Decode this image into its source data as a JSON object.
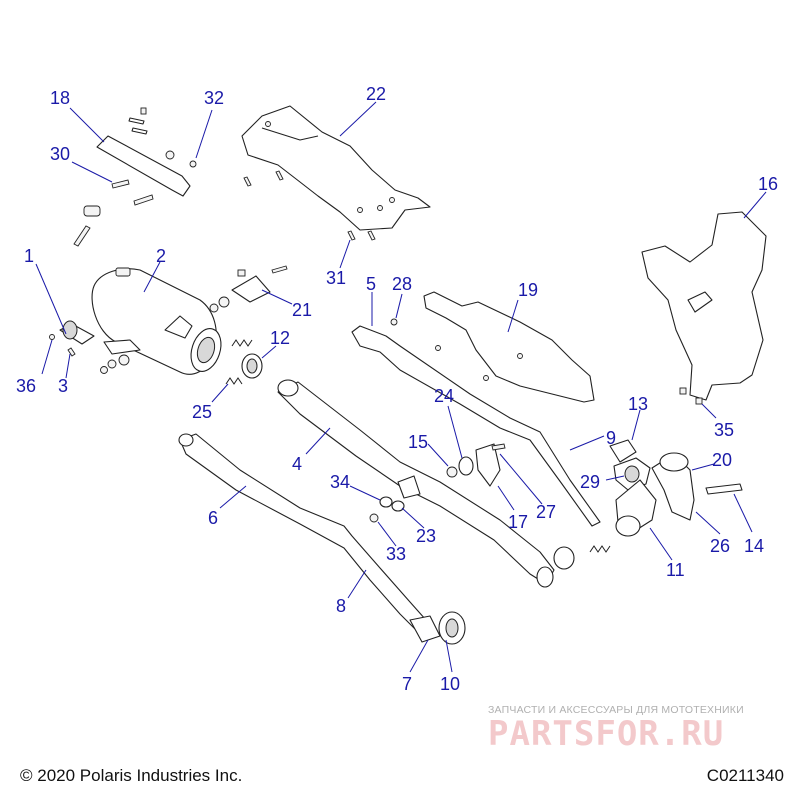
{
  "diagram": {
    "callouts": [
      "1",
      "2",
      "3",
      "4",
      "5",
      "6",
      "7",
      "8",
      "9",
      "10",
      "11",
      "12",
      "13",
      "14",
      "15",
      "16",
      "17",
      "18",
      "19",
      "20",
      "21",
      "22",
      "23",
      "24",
      "25",
      "26",
      "27",
      "28",
      "29",
      "30",
      "31",
      "32",
      "33",
      "34",
      "35",
      "36"
    ]
  },
  "footer": {
    "copyright": "© 2020 Polaris Industries Inc.",
    "drawing_code": "C0211340"
  },
  "watermark": {
    "subtitle": "ЗАПЧАСТИ И АКСЕССУАРЫ ДЛЯ МОТОТЕХНИКИ",
    "brand": "PARTSFOR.RU"
  },
  "colors": {
    "callout": "#1a1aa8",
    "line": "#222222",
    "watermark": "#f3c9cb"
  }
}
